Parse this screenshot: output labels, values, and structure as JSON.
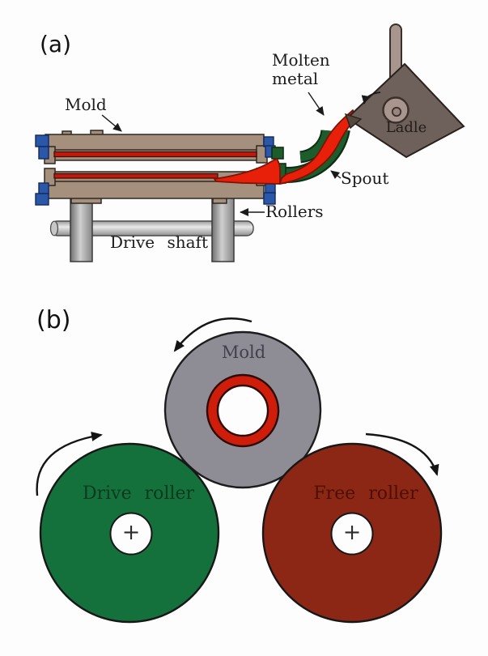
{
  "figure": {
    "background_color": "#fdfdfd",
    "panel_a": {
      "label": "(a)",
      "annotations": {
        "mold": "Mold",
        "molten_metal_line1": "Molten",
        "molten_metal_line2": "metal",
        "ladle": "Ladle",
        "spout": "Spout",
        "rollers": "Rollers",
        "drive_shaft": "Drive shaft"
      },
      "colors": {
        "mold_body": "#a5907e",
        "end_caps": "#2b57a8",
        "molten_metal": "#e8200a",
        "spout": "#1d5c2b",
        "ladle_body": "#6e615b",
        "ladle_handle": "#a8968e",
        "rollers": "#9c9c9c",
        "drive_shaft": "#d2d2d2"
      }
    },
    "panel_b": {
      "label": "(b)",
      "mold_label": "Mold",
      "drive_roller_label": "Drive roller",
      "free_roller_label": "Free roller",
      "hub_mark": "+",
      "colors": {
        "mold": "#8e8d96",
        "mold_liner": "#cf1d0c",
        "drive_roller": "#15713c",
        "free_roller": "#8c2715"
      }
    }
  }
}
